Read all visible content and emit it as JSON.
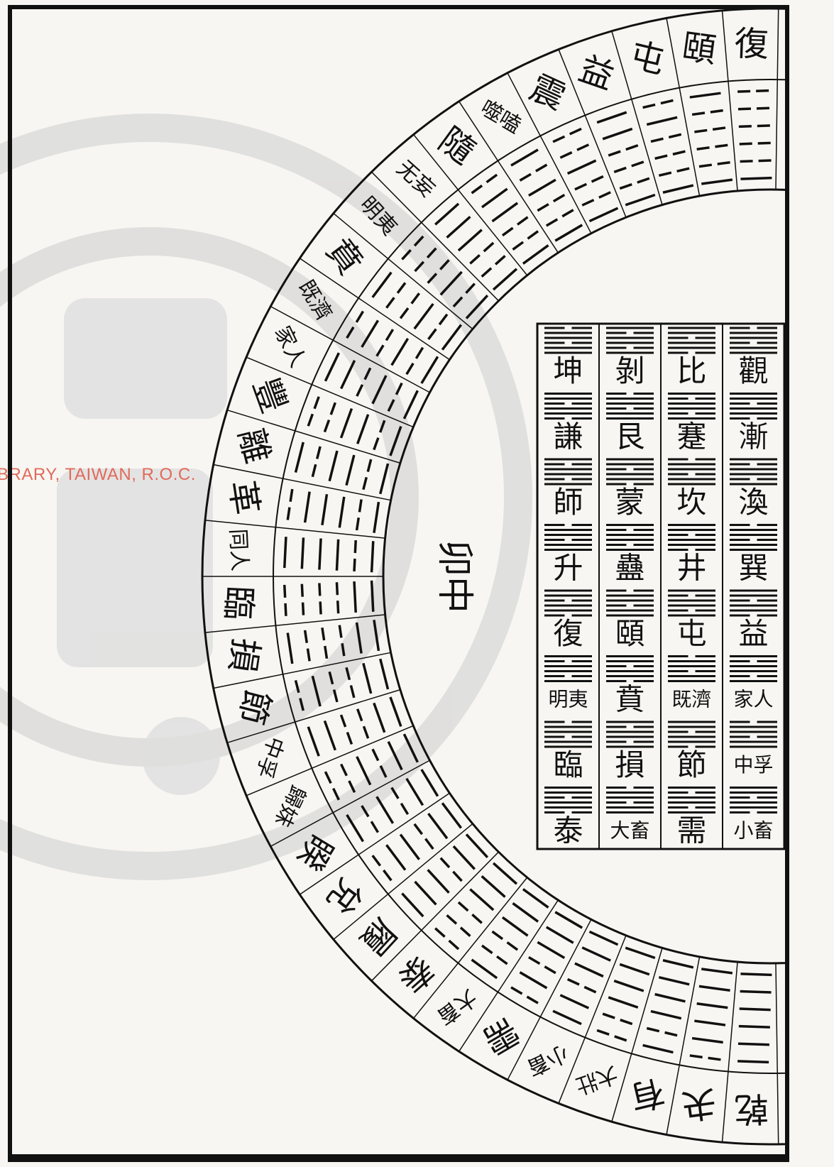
{
  "watermark": {
    "stamp_text": "BRARY, TAIWAN, R.O.C."
  },
  "center_label": "卯中",
  "outer_ring": {
    "names": [
      "乾",
      "夬",
      "有",
      "大壯",
      "小畜",
      "需",
      "大畜",
      "泰",
      "履",
      "兌",
      "睽",
      "歸妹",
      "中孚",
      "節",
      "損",
      "臨",
      "同人",
      "革",
      "離",
      "豐",
      "家人",
      "既濟",
      "賁",
      "明夷",
      "无妄",
      "隨",
      "噬嗑",
      "震",
      "益",
      "屯",
      "頤",
      "復"
    ]
  },
  "grid": {
    "columns": [
      [
        "觀",
        "漸",
        "渙",
        "巽",
        "益",
        "家人",
        "中孚",
        "小畜"
      ],
      [
        "比",
        "蹇",
        "坎",
        "井",
        "屯",
        "既濟",
        "節",
        "需"
      ],
      [
        "剝",
        "艮",
        "蒙",
        "蠱",
        "頤",
        "賁",
        "損",
        "大畜"
      ],
      [
        "坤",
        "謙",
        "師",
        "升",
        "復",
        "明夷",
        "臨",
        "泰"
      ]
    ]
  }
}
